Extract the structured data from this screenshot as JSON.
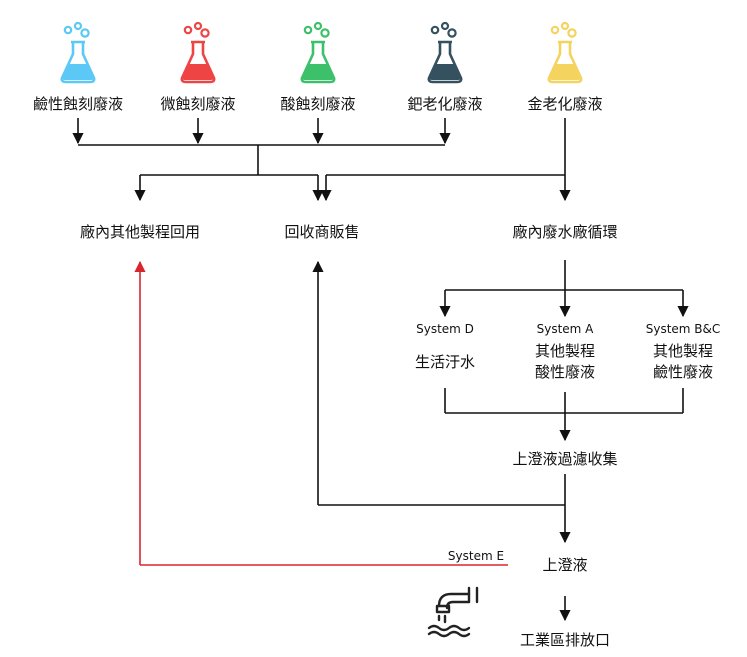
{
  "colors": {
    "flask_blue": "#5bc8f5",
    "flask_red": "#ef4444",
    "flask_green": "#3cc06a",
    "flask_dark": "#35505e",
    "flask_yellow": "#f4d35e",
    "arrow_black": "#111111",
    "arrow_red": "#d9262c"
  },
  "sources": [
    {
      "label": "鹼性蝕刻廢液",
      "icon": "flask-icon-blue"
    },
    {
      "label": "微蝕刻廢液",
      "icon": "flask-icon-red"
    },
    {
      "label": "酸蝕刻廢液",
      "icon": "flask-icon-green"
    },
    {
      "label": "鈀老化廢液",
      "icon": "flask-icon-dark"
    },
    {
      "label": "金老化廢液",
      "icon": "flask-icon-yellow"
    }
  ],
  "destinations": {
    "reuse": "廠內其他製程回用",
    "recycle_sale": "回收商販售",
    "wastewater_plant": "廠內廢水廠循環"
  },
  "systems": {
    "d": {
      "name": "System D",
      "desc": "生活汙水"
    },
    "a": {
      "name": "System A",
      "desc_line1": "其他製程",
      "desc_line2": "酸性廢液"
    },
    "bc": {
      "name": "System B&C",
      "desc_line1": "其他製程",
      "desc_line2": "鹼性廢液"
    }
  },
  "collection": "上澄液過濾收集",
  "supernatant": "上澄液",
  "system_e": "System E",
  "discharge": "工業區排放口",
  "discharge_icon": "discharge-pipe-icon"
}
